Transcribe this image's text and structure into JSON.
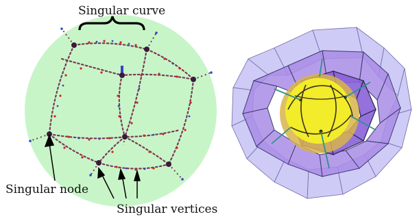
{
  "labels": {
    "singular_curve": "Singular curve",
    "singular_node": "Singular node",
    "singular_vertices": "Singular vertices"
  },
  "colors": {
    "disk_fill": "#c8f5c8",
    "curve_line": "#7a3a58",
    "curve_dot_red": "#d42020",
    "curve_dot_blue": "#3344cc",
    "node_fill": "#3a1a3a",
    "poly_light": "#c6c2f4",
    "poly_dark": "#a98ce6",
    "poly_edge": "#3b3a6e",
    "sphere_fill": "#f2ec2a",
    "sphere_shade": "#c8a840",
    "teal_edge": "#2f8f8a"
  }
}
